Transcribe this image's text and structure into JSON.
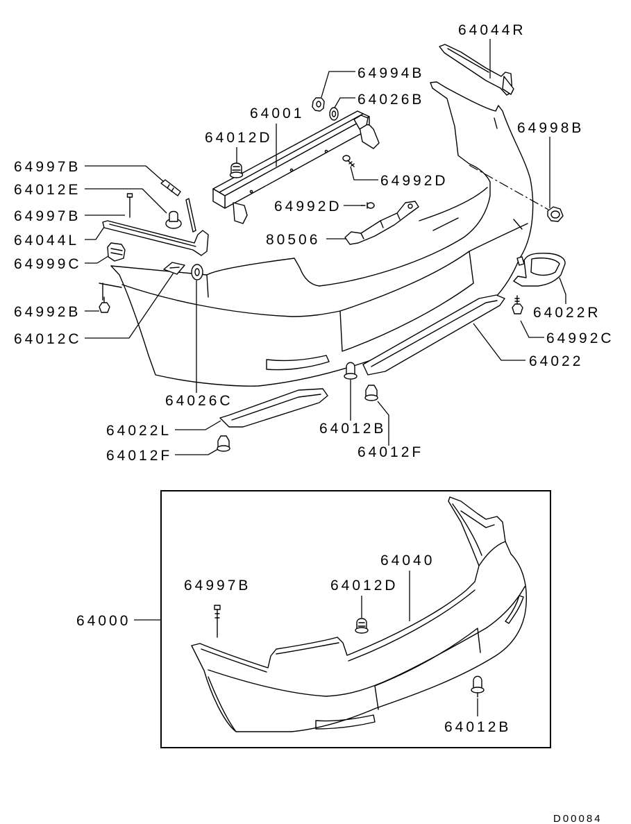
{
  "main_view": {
    "callouts": [
      {
        "part_number": "64044R"
      },
      {
        "part_number": "64994B"
      },
      {
        "part_number": "64026B"
      },
      {
        "part_number": "64001"
      },
      {
        "part_number": "64012D"
      },
      {
        "part_number": "64998B"
      },
      {
        "part_number": "64997B"
      },
      {
        "part_number": "64992D"
      },
      {
        "part_number": "64012E"
      },
      {
        "part_number": "64997B"
      },
      {
        "part_number": "64992D"
      },
      {
        "part_number": "64044L"
      },
      {
        "part_number": "80506"
      },
      {
        "part_number": "64999C"
      },
      {
        "part_number": "64022R"
      },
      {
        "part_number": "64992B"
      },
      {
        "part_number": "64992C"
      },
      {
        "part_number": "64012C"
      },
      {
        "part_number": "64022"
      },
      {
        "part_number": "64026C"
      },
      {
        "part_number": "64022L"
      },
      {
        "part_number": "64012B"
      },
      {
        "part_number": "64012F"
      },
      {
        "part_number": "64012F"
      }
    ]
  },
  "inset_view": {
    "assembly_callout": "64000",
    "callouts": [
      {
        "part_number": "64040"
      },
      {
        "part_number": "64997B"
      },
      {
        "part_number": "64012D"
      },
      {
        "part_number": "64012B"
      }
    ]
  },
  "diagram_code": "D00084",
  "colors": {
    "line": "#000000",
    "background": "#ffffff"
  }
}
